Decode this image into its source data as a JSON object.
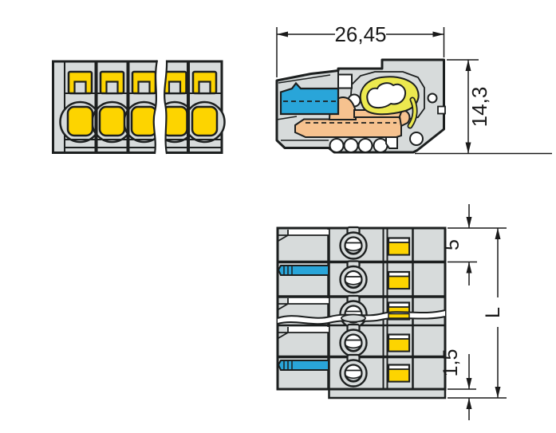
{
  "dimensions": {
    "overall_width": "26,45",
    "overall_height": "14,3",
    "pole_pitch": "5",
    "total_length": "L",
    "end_offset": "1,5"
  },
  "colors": {
    "body_gray": "#d7dbdb",
    "outline_dark": "#1c1f1f",
    "lever_yellow": "#fdd400",
    "coding_blue": "#29a5d9",
    "copper_orange": "#f6c28f",
    "spring_yellow": "#ece94f",
    "shade_gray": "#c4c8c8",
    "white": "#ffffff",
    "dimension_line": "#1a1a1a"
  }
}
